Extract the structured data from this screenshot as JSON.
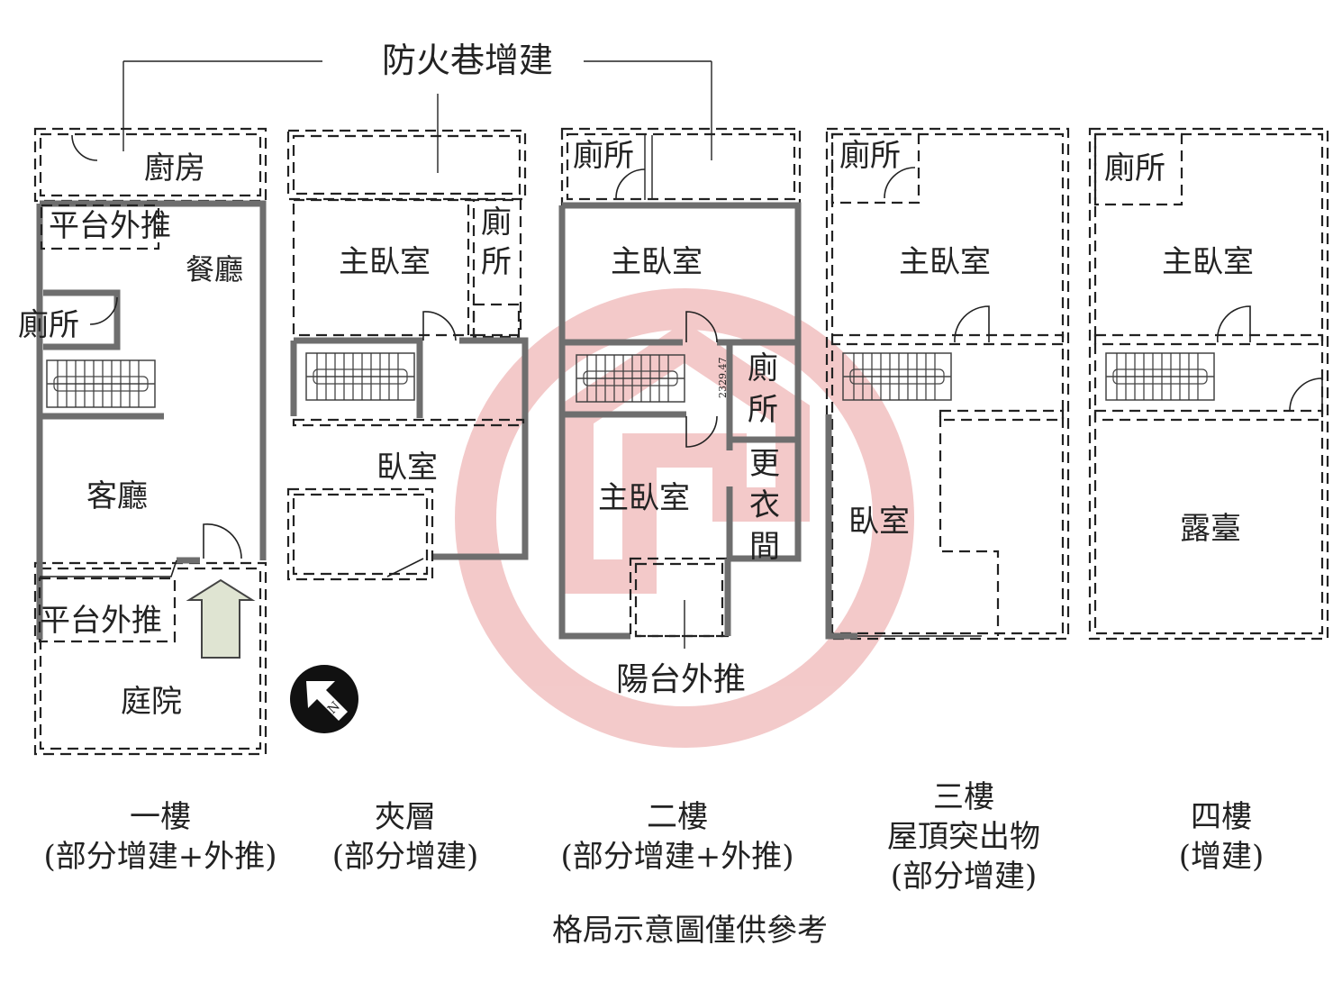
{
  "annotations": {
    "fire_lane": "防火巷增建",
    "balcony_push": "陽台外推",
    "footer": "格局示意圖僅供參考",
    "dimension": "2329.47",
    "north": "N"
  },
  "colors": {
    "watermark": "#f2c4c4",
    "arrow_fill": "#dfe4d2",
    "wall": "#6e6e6e"
  },
  "floors": [
    {
      "caption_lines": [
        "一樓",
        "(部分增建+外推)"
      ],
      "rooms": [
        "廚房",
        "平台外推",
        "餐廳",
        "廁所",
        "客廳",
        "平台外推",
        "庭院"
      ]
    },
    {
      "caption_lines": [
        "夾層",
        "(部分增建)"
      ],
      "rooms": [
        "主臥室",
        "廁",
        "所",
        "臥室"
      ]
    },
    {
      "caption_lines": [
        "二樓",
        "(部分增建+外推)"
      ],
      "rooms": [
        "廁所",
        "主臥室",
        "廁",
        "所",
        "主臥室",
        "更",
        "衣",
        "間"
      ]
    },
    {
      "caption_lines": [
        "三樓",
        "屋頂突出物",
        "(部分增建)"
      ],
      "rooms": [
        "廁所",
        "主臥室",
        "臥室"
      ]
    },
    {
      "caption_lines": [
        "四樓",
        "(增建)"
      ],
      "rooms": [
        "廁所",
        "主臥室",
        "露臺"
      ]
    }
  ]
}
